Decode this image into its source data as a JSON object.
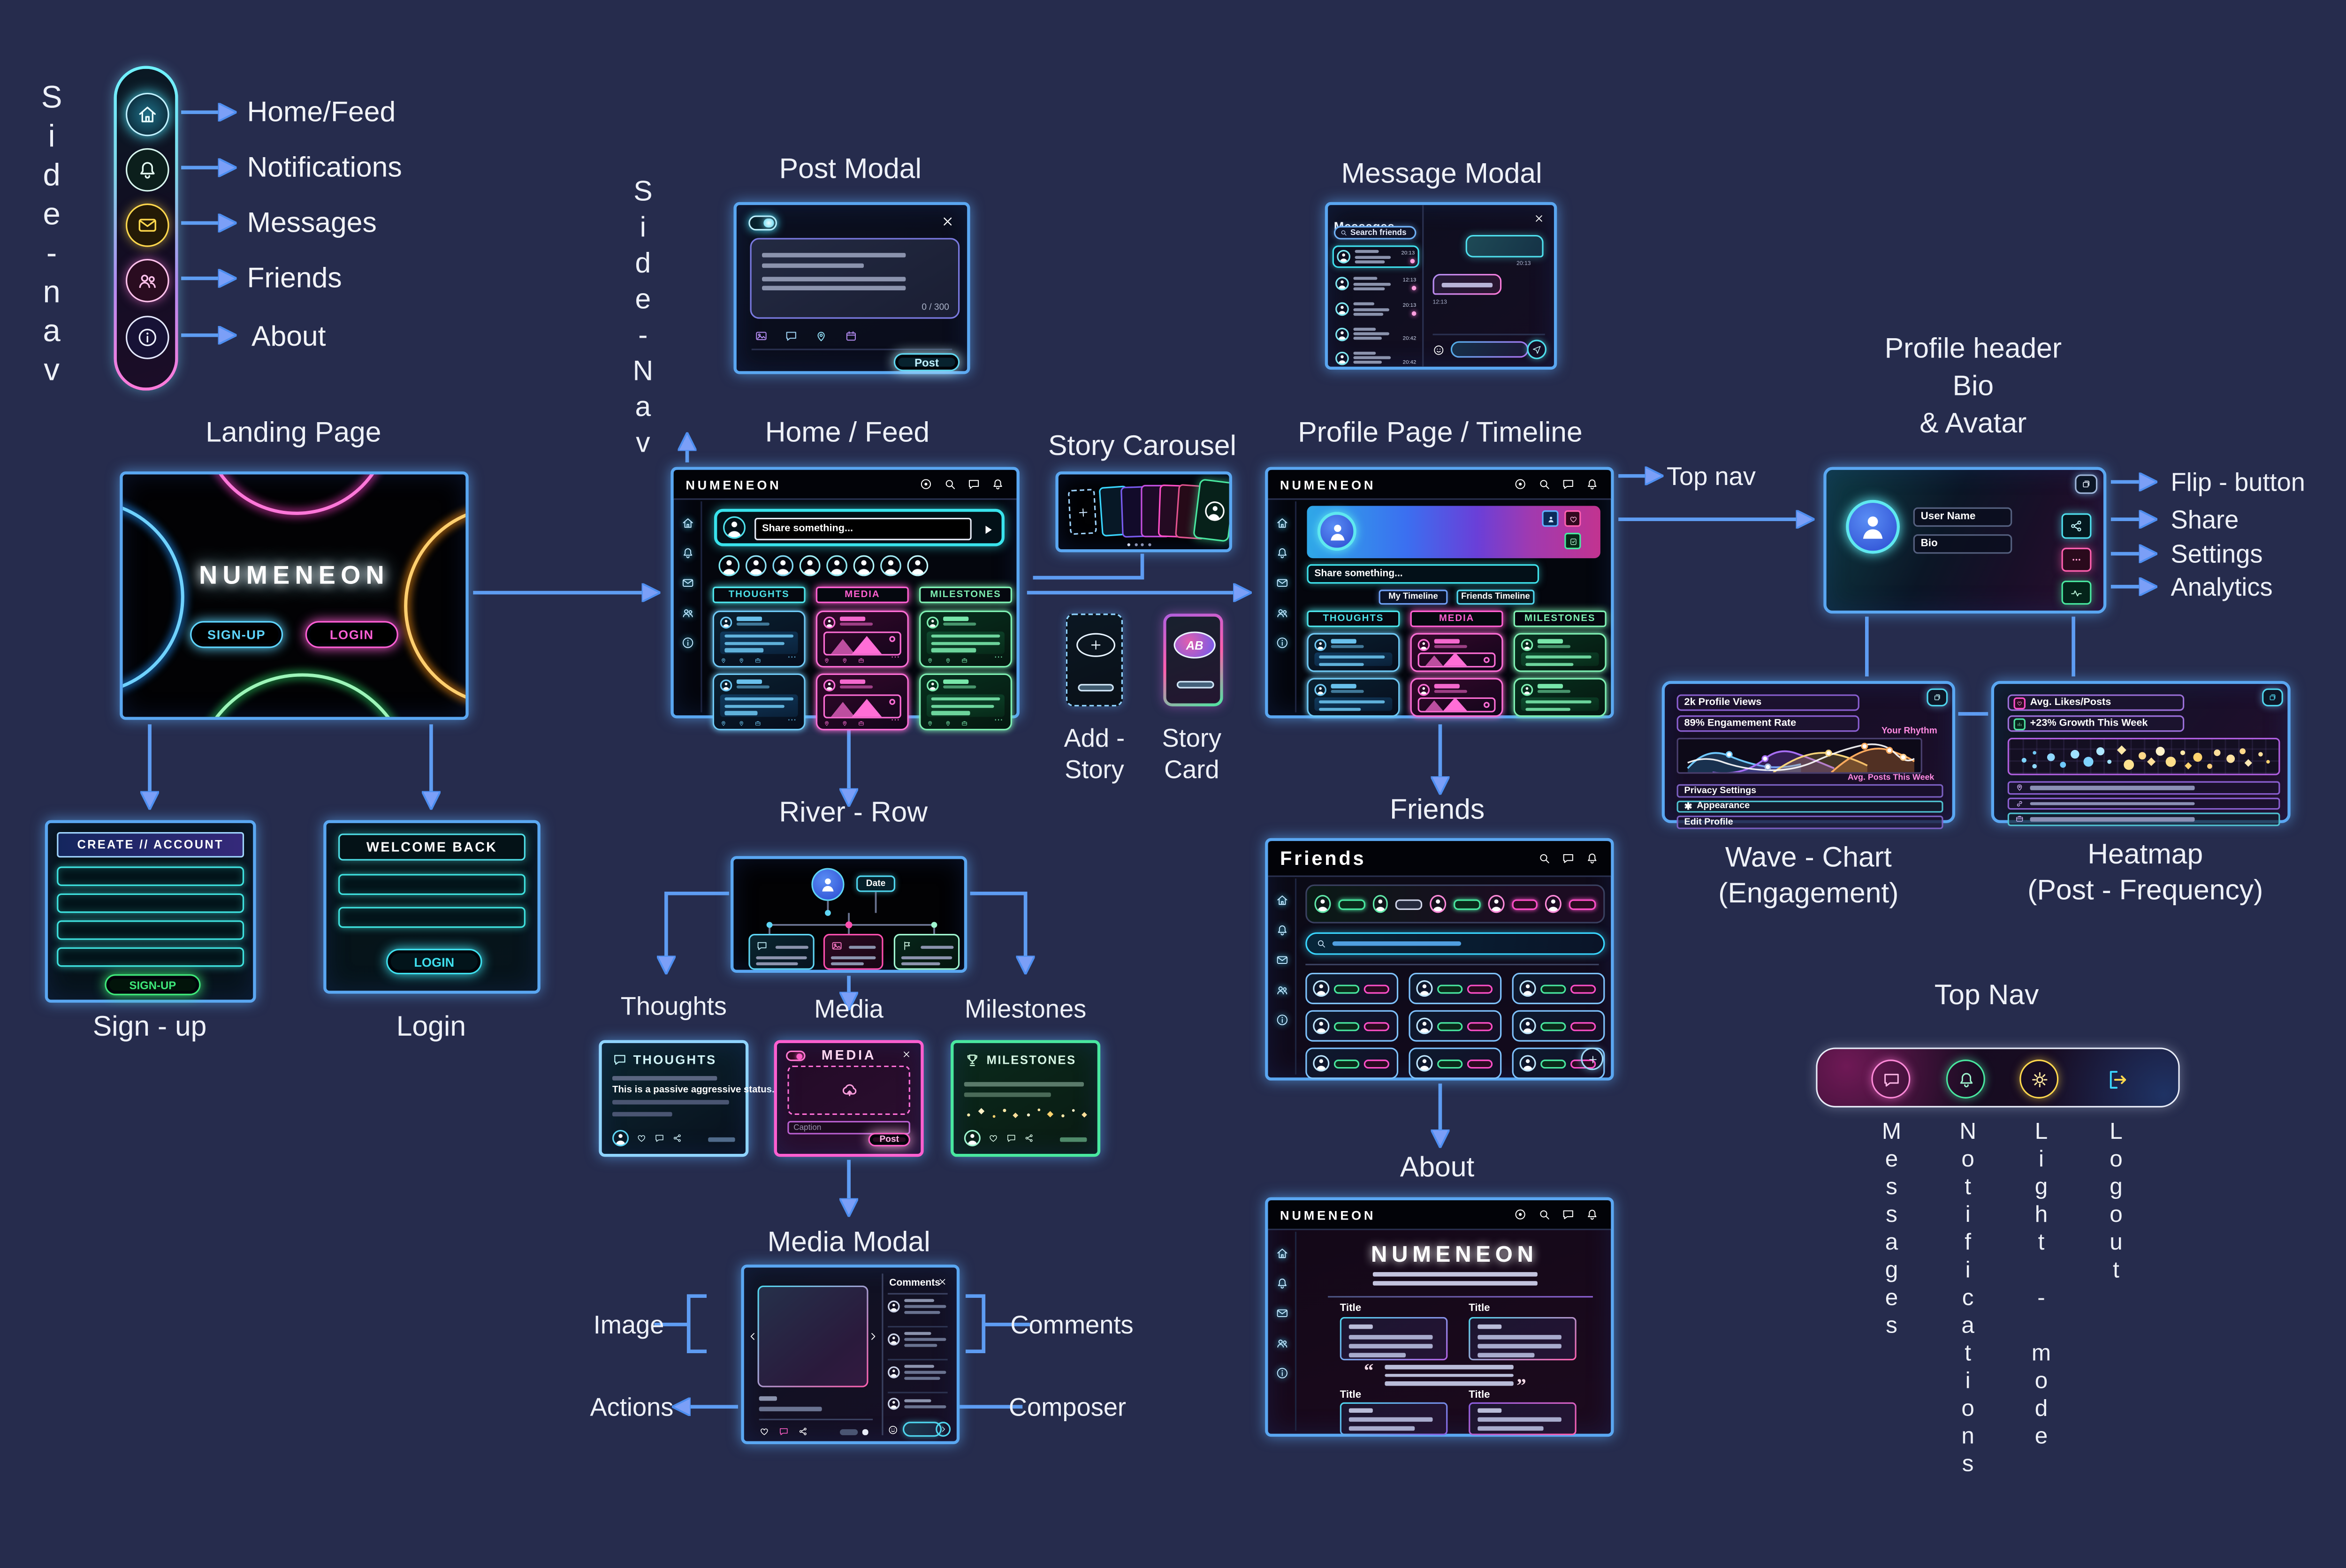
{
  "canvas": {
    "bg": "#262c4d",
    "wire_color": "#5e9cf2"
  },
  "side_nav": {
    "vertical_label": "Side-nav",
    "items": [
      {
        "label": "Home/Feed",
        "icon": "home-icon",
        "color": "#5ee6ff"
      },
      {
        "label": "Notifications",
        "icon": "bell-icon",
        "color": "#b9f3e4"
      },
      {
        "label": "Messages",
        "icon": "mail-icon",
        "color": "#ffd84d"
      },
      {
        "label": "Friends",
        "icon": "friends-icon",
        "color": "#ff7ad9"
      },
      {
        "label": "About",
        "icon": "info-icon",
        "color": "#cdd4ff"
      }
    ]
  },
  "landing": {
    "caption": "Landing Page",
    "brand": "NUMENEON",
    "signup_button": "SIGN-UP",
    "login_button": "LOGIN"
  },
  "signup_card": {
    "header": "CREATE // ACCOUNT",
    "button": "SIGN-UP",
    "caption": "Sign - up"
  },
  "login_card": {
    "header": "WELCOME BACK",
    "button": "LOGIN",
    "caption": "Login"
  },
  "post_modal": {
    "caption": "Post Modal",
    "char_counter": "0 / 300",
    "post_button": "Post"
  },
  "home_feed": {
    "caption": "Home / Feed",
    "side_nav_vertical_label": "Side-Nav",
    "brand": "NUMENEON",
    "composer_placeholder": "Share something...",
    "columns": [
      "THOUGHTS",
      "MEDIA",
      "MILESTONES"
    ]
  },
  "story": {
    "carousel_caption": "Story Carousel",
    "add_caption_line1": "Add -",
    "add_caption_line2": "Story",
    "card_caption_line1": "Story",
    "card_caption_line2": "Card",
    "initials": "AB"
  },
  "message_modal": {
    "caption": "Message Modal",
    "panel_title": "Messages",
    "search_placeholder": "Search friends",
    "row_times": [
      "20:13",
      "12:13",
      "20:13",
      "20:42",
      "20:42"
    ],
    "bubble_time_right": "20:13",
    "bubble_time_left": "12:13"
  },
  "profile_page": {
    "caption": "Profile Page / Timeline",
    "brand": "NUMENEON",
    "composer_placeholder": "Share something...",
    "tab_my": "My Timeline",
    "tab_friends": "Friends Timeline",
    "columns": [
      "THOUGHTS",
      "MEDIA",
      "MILESTONES"
    ],
    "top_nav_note": "Top nav"
  },
  "profile_header": {
    "caption_line1": "Profile header",
    "caption_line2": "Bio",
    "caption_line3": "& Avatar",
    "username_field": "User Name",
    "bio_field": "Bio",
    "flip_label": "Flip - button",
    "share_label": "Share",
    "settings_label": "Settings",
    "analytics_label": "Analytics"
  },
  "wave_chart": {
    "stat_views": "2k Profile Views",
    "stat_engagement": "89% Engamement Rate",
    "label_top": "Your Rhythm",
    "label_bottom": "Avg. Posts This Week",
    "menu": [
      "Privacy Settings",
      "Appearance",
      "Edit Profile"
    ],
    "caption_line1": "Wave - Chart",
    "caption_line2": "(Engagement)"
  },
  "heatmap": {
    "stat_likes": "Avg. Likes/Posts",
    "stat_growth": "+23%  Growth This Week",
    "caption_line1": "Heatmap",
    "caption_line2": "(Post - Frequency)"
  },
  "friends_page": {
    "caption": "Friends",
    "title": "Friends"
  },
  "about_page": {
    "caption": "About",
    "brand_heading": "NUMENEON",
    "titles": [
      "Title",
      "Title",
      "Title",
      "Title"
    ],
    "quote_open": "“",
    "quote_close": "”"
  },
  "river_row": {
    "caption": "River - Row",
    "date_tag": "Date",
    "label_thoughts": "Thoughts",
    "label_media": "Media",
    "label_milestones": "Milestones"
  },
  "thoughts_card": {
    "header": "THOUGHTS",
    "status_text": "This is a passive aggressive status..."
  },
  "media_card": {
    "header": "MEDIA",
    "caption_placeholder": "Caption",
    "post_button": "Post"
  },
  "milestones_card": {
    "header": "MILESTONES"
  },
  "media_modal": {
    "caption": "Media Modal",
    "label_image": "Image",
    "label_actions": "Actions",
    "label_comments": "Comments",
    "label_composer": "Composer",
    "panel_title": "Comments"
  },
  "top_nav": {
    "caption": "Top Nav",
    "items": [
      {
        "label": "Messages",
        "icon": "chat-icon",
        "color": "#ff7ad9"
      },
      {
        "label": "Notifications",
        "icon": "bell-icon",
        "color": "#49e8a0"
      },
      {
        "label": "Light - mode",
        "icon": "gear-icon",
        "color": "#ffd84d"
      },
      {
        "label": "Logout",
        "icon": "logout-icon",
        "color": "#3ad6ff"
      }
    ]
  }
}
